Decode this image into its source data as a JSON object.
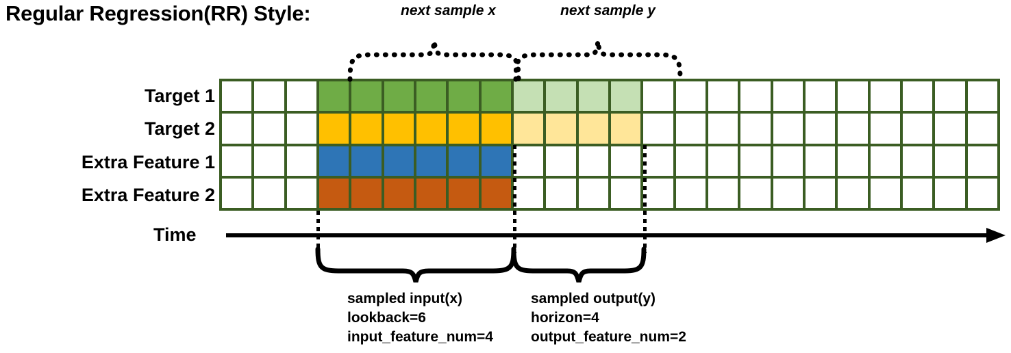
{
  "title": "Regular Regression(RR) Style:",
  "rows": [
    {
      "name": "target-1",
      "label": "Target 1"
    },
    {
      "name": "target-2",
      "label": "Target 2"
    },
    {
      "name": "extra-feature-1",
      "label": "Extra Feature 1"
    },
    {
      "name": "extra-feature-2",
      "label": "Extra Feature 2"
    }
  ],
  "grid": {
    "columns": 24,
    "empty_color": "#ffffff",
    "border_color": "#3b5d23",
    "row_fills": [
      [
        "#ffffff",
        "#ffffff",
        "#ffffff",
        "#6fac46",
        "#6fac46",
        "#6fac46",
        "#6fac46",
        "#6fac46",
        "#6fac46",
        "#c5e0b4",
        "#c5e0b4",
        "#c5e0b4",
        "#c5e0b4",
        "#ffffff",
        "#ffffff",
        "#ffffff",
        "#ffffff",
        "#ffffff",
        "#ffffff",
        "#ffffff",
        "#ffffff",
        "#ffffff",
        "#ffffff",
        "#ffffff"
      ],
      [
        "#ffffff",
        "#ffffff",
        "#ffffff",
        "#ffc000",
        "#ffc000",
        "#ffc000",
        "#ffc000",
        "#ffc000",
        "#ffc000",
        "#ffe699",
        "#ffe699",
        "#ffe699",
        "#ffe699",
        "#ffffff",
        "#ffffff",
        "#ffffff",
        "#ffffff",
        "#ffffff",
        "#ffffff",
        "#ffffff",
        "#ffffff",
        "#ffffff",
        "#ffffff",
        "#ffffff"
      ],
      [
        "#ffffff",
        "#ffffff",
        "#ffffff",
        "#2e75b6",
        "#2e75b6",
        "#2e75b6",
        "#2e75b6",
        "#2e75b6",
        "#2e75b6",
        "#ffffff",
        "#ffffff",
        "#ffffff",
        "#ffffff",
        "#ffffff",
        "#ffffff",
        "#ffffff",
        "#ffffff",
        "#ffffff",
        "#ffffff",
        "#ffffff",
        "#ffffff",
        "#ffffff",
        "#ffffff",
        "#ffffff"
      ],
      [
        "#ffffff",
        "#ffffff",
        "#ffffff",
        "#c55a11",
        "#c55a11",
        "#c55a11",
        "#c55a11",
        "#c55a11",
        "#c55a11",
        "#ffffff",
        "#ffffff",
        "#ffffff",
        "#ffffff",
        "#ffffff",
        "#ffffff",
        "#ffffff",
        "#ffffff",
        "#ffffff",
        "#ffffff",
        "#ffffff",
        "#ffffff",
        "#ffffff",
        "#ffffff",
        "#ffffff"
      ]
    ]
  },
  "time_axis": {
    "label": "Time"
  },
  "top_braces": [
    {
      "name": "next-sample-x",
      "label": "next sample x"
    },
    {
      "name": "next-sample-y",
      "label": "next sample y"
    }
  ],
  "bottom_braces": [
    {
      "name": "sampled-input",
      "lines": [
        "sampled input(x)",
        "lookback=6",
        "input_feature_num=4"
      ]
    },
    {
      "name": "sampled-output",
      "lines": [
        "sampled output(y)",
        "horizon=4",
        "output_feature_num=2"
      ]
    }
  ]
}
